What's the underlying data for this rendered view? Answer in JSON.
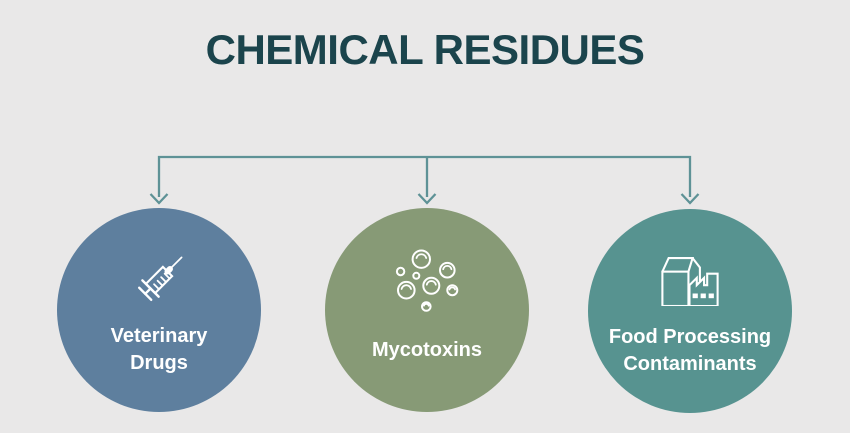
{
  "title": "CHEMICAL RESIDUES",
  "colors": {
    "background": "#e9e8e8",
    "title_text": "#1b444c",
    "connector": "#5e9296",
    "circle_label_text": "#ffffff",
    "veterinary_circle": "#5e7f9e",
    "mycotoxins_circle": "#879a76",
    "food_processing_circle": "#579390"
  },
  "connector": {
    "type": "branching-arrows",
    "branches": 3
  },
  "nodes": [
    {
      "id": "veterinary-drugs",
      "label": "Veterinary\nDrugs",
      "icon": "syringe-icon",
      "color": "#5e7f9e"
    },
    {
      "id": "mycotoxins",
      "label": "Mycotoxins",
      "icon": "bubbles-icon",
      "color": "#879a76"
    },
    {
      "id": "food-processing-contaminants",
      "label": "Food Processing\nContaminants",
      "icon": "milk-carton-factory-icon",
      "color": "#579390"
    }
  ]
}
